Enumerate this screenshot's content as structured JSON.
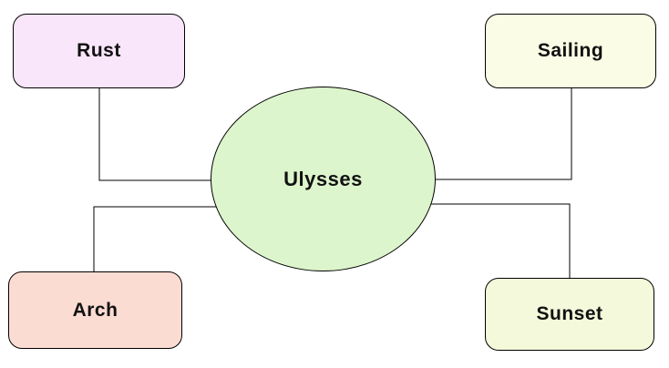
{
  "diagram": {
    "center": {
      "label": "Ulysses",
      "fill": "#ddf5cc"
    },
    "nodes": {
      "rust": {
        "label": "Rust",
        "fill": "#fae6fa",
        "position": "top-left"
      },
      "sailing": {
        "label": "Sailing",
        "fill": "#fbfce5",
        "position": "top-right"
      },
      "arch": {
        "label": "Arch",
        "fill": "#fbdcd3",
        "position": "bottom-left"
      },
      "sunset": {
        "label": "Sunset",
        "fill": "#f4f9db",
        "position": "bottom-right"
      }
    },
    "colors": {
      "edge": "#000000",
      "node_border": "#000000",
      "text": "#111111",
      "background": "#ffffff"
    }
  }
}
